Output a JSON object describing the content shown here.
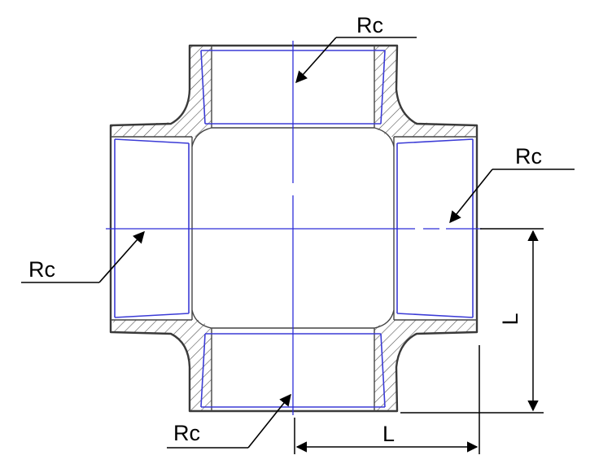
{
  "labels": {
    "rc_top": "Rc",
    "rc_right": "Rc",
    "rc_left": "Rc",
    "rc_bottom": "Rc",
    "dim_vertical": "L",
    "dim_horizontal": "L"
  }
}
